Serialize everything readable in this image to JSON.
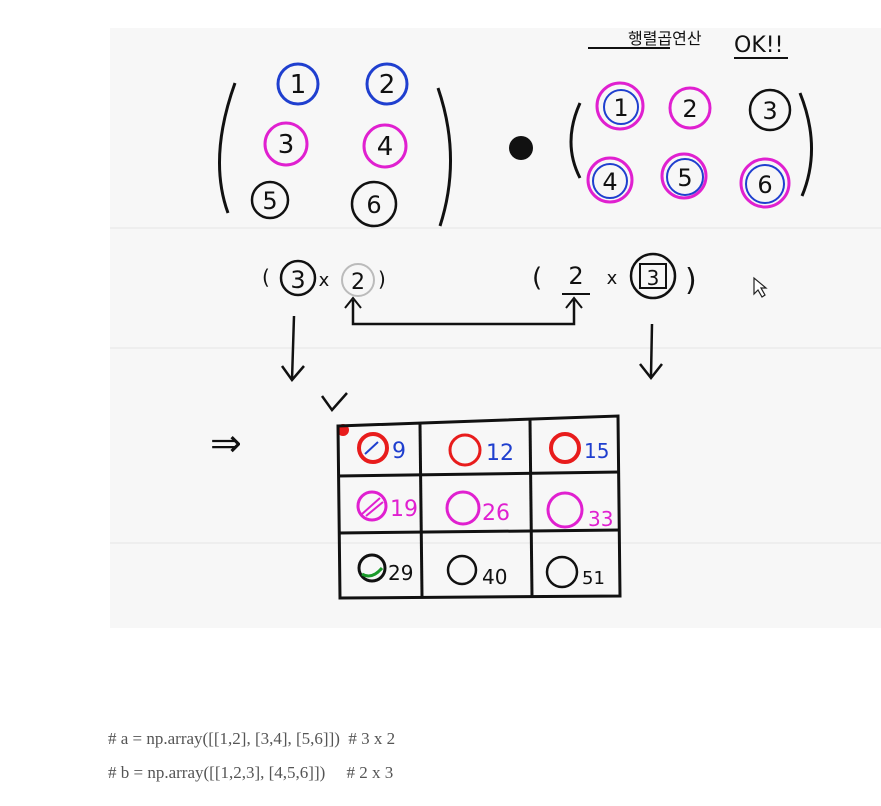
{
  "sketch": {
    "matrix_a": [
      "1",
      "2",
      "3",
      "4",
      "5",
      "6"
    ],
    "matrix_b": [
      "1",
      "2",
      "3",
      "4",
      "5",
      "6"
    ],
    "shape_a": {
      "rows": "3",
      "cols": "2",
      "sep": "x"
    },
    "shape_b": {
      "rows": "2",
      "cols": "3",
      "sep": "x"
    },
    "top_note_left": "행렬곱연산",
    "top_note_right": "OK!!",
    "arrow": "⇒",
    "result": [
      "9",
      "12",
      "15",
      "19",
      "26",
      "33",
      "29",
      "40",
      "51"
    ]
  },
  "colors": {
    "blue": "#1f3fcf",
    "magenta": "#e020d0",
    "red": "#e81c1c",
    "black": "#111111",
    "green": "#1a9a2a"
  },
  "code": {
    "line1": "# a = np.array([[1,2], [3,4], [5,6]])  # 3 x 2",
    "line2": "# b = np.array([[1,2,3], [4,5,6]])     # 2 x 3"
  }
}
